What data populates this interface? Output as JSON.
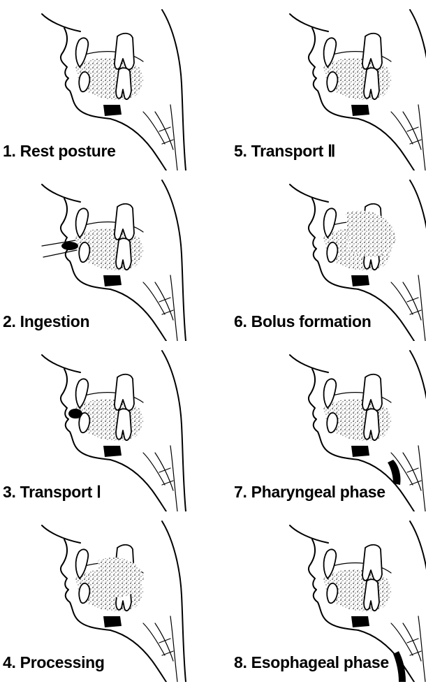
{
  "panels": [
    {
      "id": 1,
      "label": "1. Rest posture"
    },
    {
      "id": 2,
      "label": "2. Ingestion"
    },
    {
      "id": 3,
      "label": "3. Transport Ⅰ"
    },
    {
      "id": 4,
      "label": "4. Processing"
    },
    {
      "id": 5,
      "label": "5. Transport Ⅱ"
    },
    {
      "id": 6,
      "label": "6. Bolus formation"
    },
    {
      "id": 7,
      "label": "7. Pharyngeal phase"
    },
    {
      "id": 8,
      "label": "8. Esophageal phase"
    }
  ]
}
